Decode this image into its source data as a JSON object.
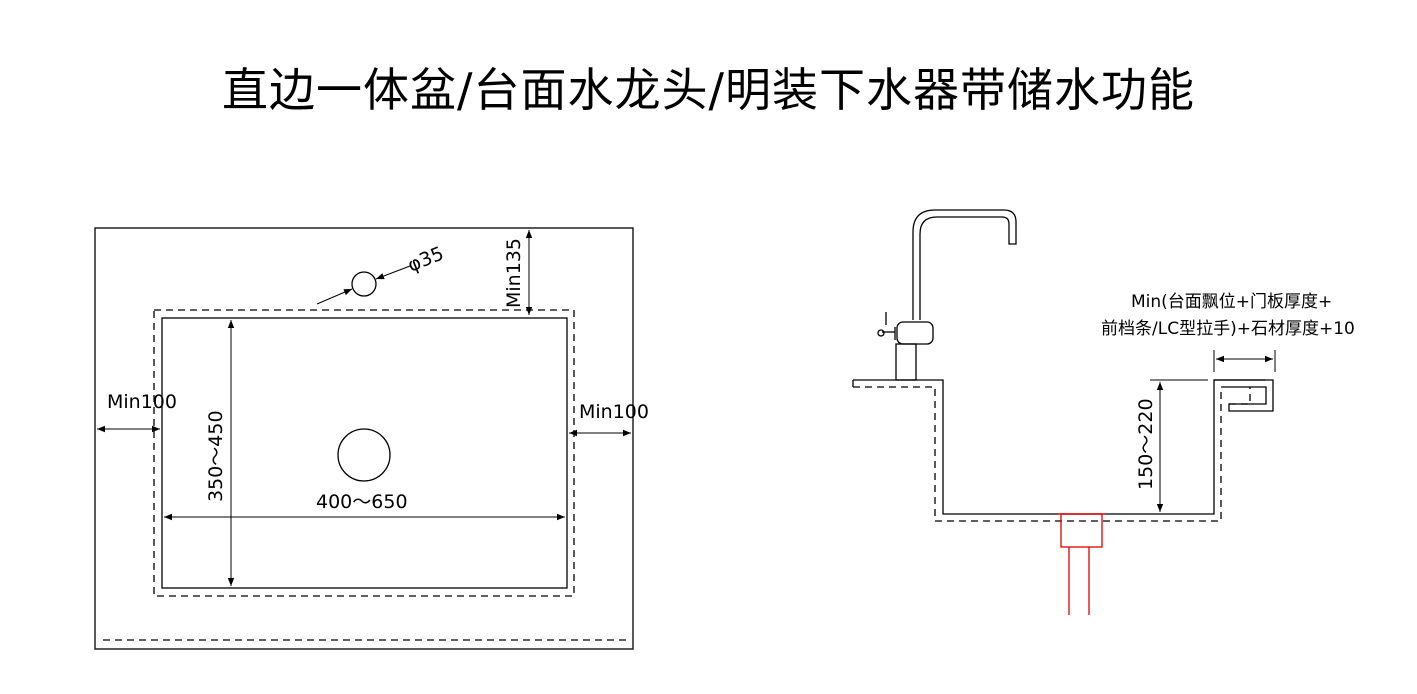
{
  "title": "直边一体盆/台面水龙头/明装下水器带储水功能",
  "plan_view": {
    "hole_dia": "φ35",
    "min_top": "Min135",
    "min_left": "Min100",
    "min_right": "Min100",
    "depth_range": "350～450",
    "width_range": "400～650"
  },
  "section_view": {
    "depth_range": "150～220",
    "note_line1": "Min(台面飘位+门板厚度+",
    "note_line2": "前档条/LC型拉手)+石材厚度+10"
  }
}
